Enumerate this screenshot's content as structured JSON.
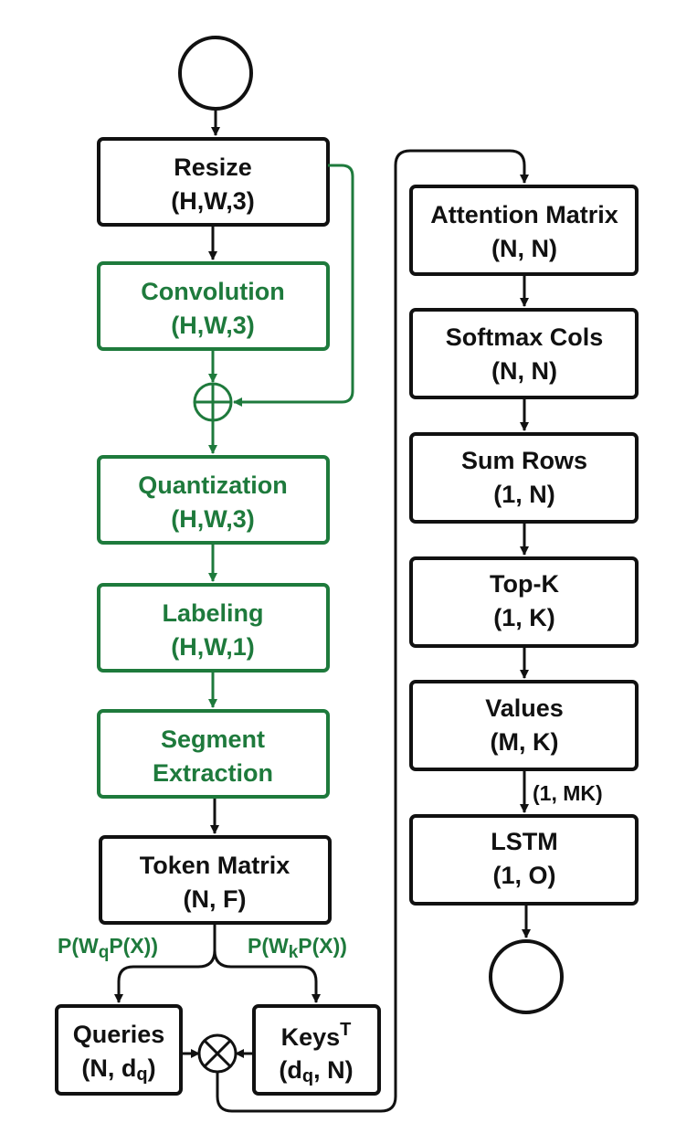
{
  "colors": {
    "primary": "#111111",
    "accent": "#1e7a3c",
    "background": "#ffffff"
  },
  "nodes": {
    "resize": {
      "title": "Resize",
      "shape": "(H,W,3)"
    },
    "convolution": {
      "title": "Convolution",
      "shape": "(H,W,3)"
    },
    "quantization": {
      "title": "Quantization",
      "shape": "(H,W,3)"
    },
    "labeling": {
      "title": "Labeling",
      "shape": "(H,W,1)"
    },
    "segment": {
      "line1": "Segment",
      "line2": "Extraction"
    },
    "token_matrix": {
      "title": "Token Matrix",
      "shape": "(N, F)"
    },
    "queries": {
      "title": "Queries",
      "shape_main": "(N, d",
      "shape_sub": "q",
      "shape_end": ")"
    },
    "keys": {
      "title": "Keys",
      "title_sup": "T",
      "shape_main": "(d",
      "shape_sub": "q",
      "shape_end": ", N)"
    },
    "attention": {
      "title": "Attention Matrix",
      "shape": "(N, N)"
    },
    "softmax": {
      "title": "Softmax Cols",
      "shape": "(N, N)"
    },
    "sum_rows": {
      "title": "Sum Rows",
      "shape": "(1, N)"
    },
    "topk": {
      "title": "Top-K",
      "shape": "(1, K)"
    },
    "values": {
      "title": "Values",
      "shape": "(M, K)"
    },
    "lstm": {
      "title": "LSTM",
      "shape": "(1, O)"
    }
  },
  "edge_labels": {
    "queries_proj": {
      "p1": "P(W",
      "sub": "q",
      "p2": "P(X))"
    },
    "keys_proj": {
      "p1": "P(W",
      "sub": "k",
      "p2": "P(X))"
    },
    "values_to_lstm": "(1, MK)"
  },
  "symbols": {
    "add": "circle-plus",
    "multiply": "circle-times",
    "start": "start-circle",
    "end": "end-circle"
  }
}
